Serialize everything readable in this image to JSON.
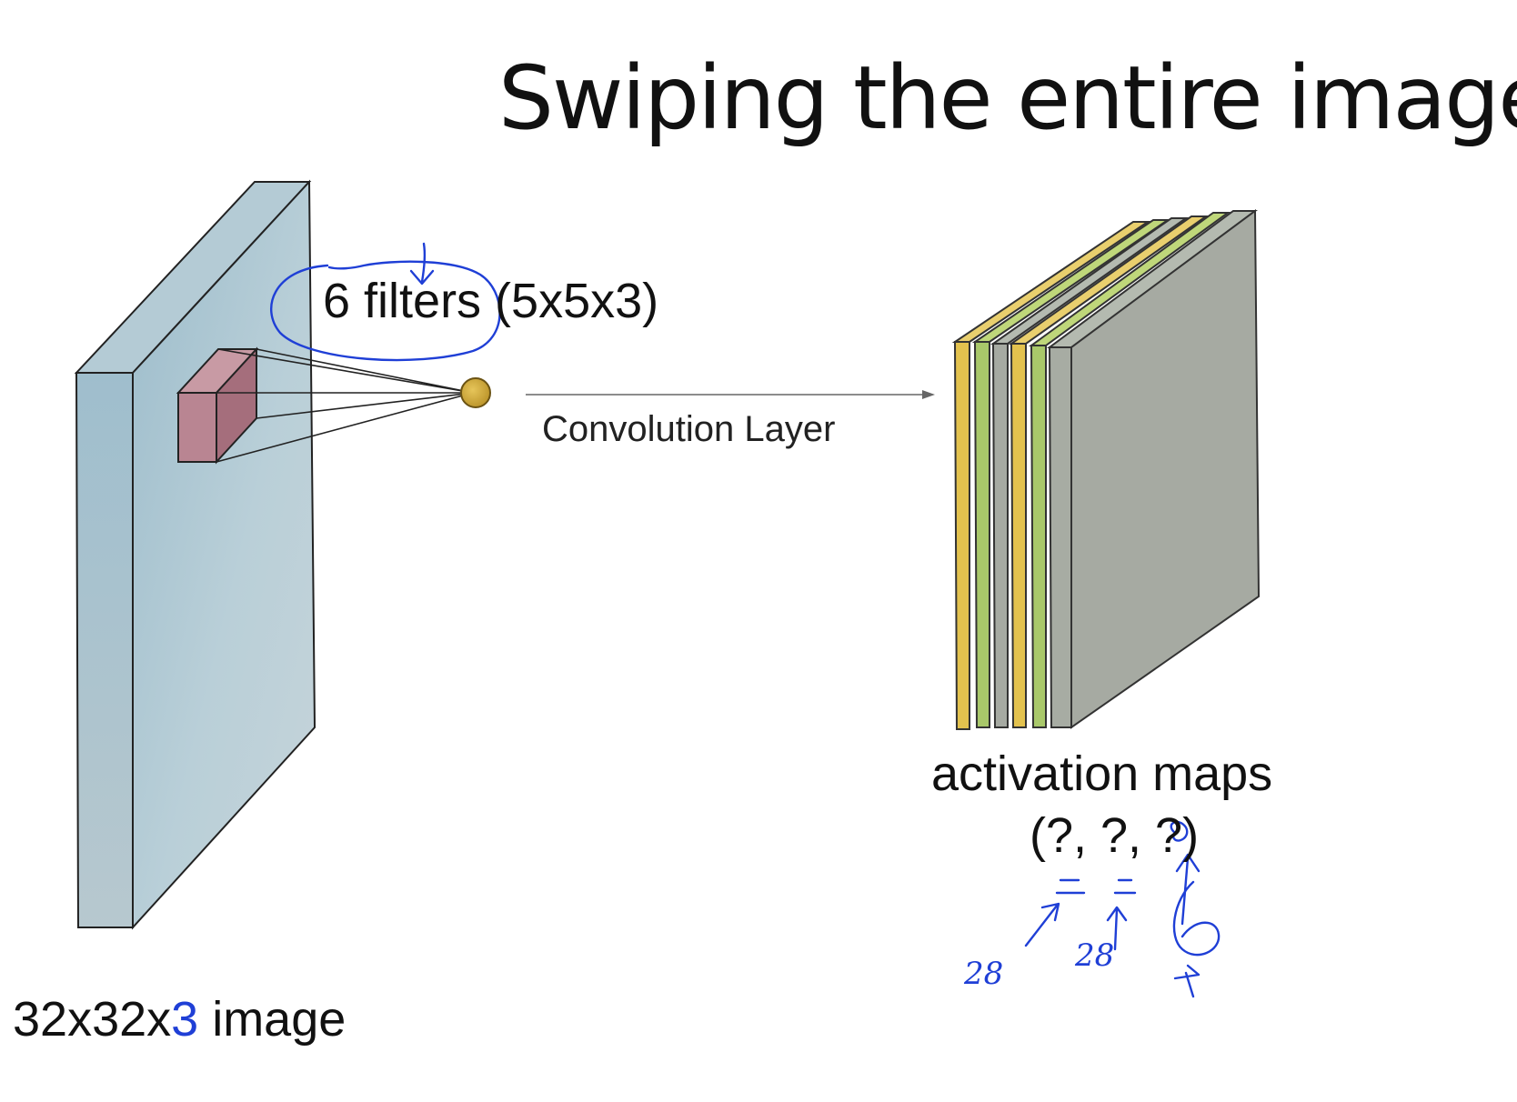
{
  "title": "Swiping the entire image",
  "filters_label": "6 filters (5x5x3)",
  "layer_label": "Convolution Layer",
  "activation_label": "activation maps",
  "output_dims": "(?, ?, ?)",
  "input_label": {
    "prefix": "32x32x",
    "highlight": "3",
    "suffix": " image"
  },
  "annotations": {
    "width_note": "28",
    "height_note": "28",
    "depth_note": "6"
  },
  "colors": {
    "volume": "#a9c4cf",
    "volume_side": "#9fb9c4",
    "filter_cube": "#b07a87",
    "neuron": "#d4ae3b",
    "ink": "#1f3fd6",
    "map_yellow": "#e3c24e",
    "map_green": "#a9c86a",
    "map_gray": "#a6aaa2"
  }
}
